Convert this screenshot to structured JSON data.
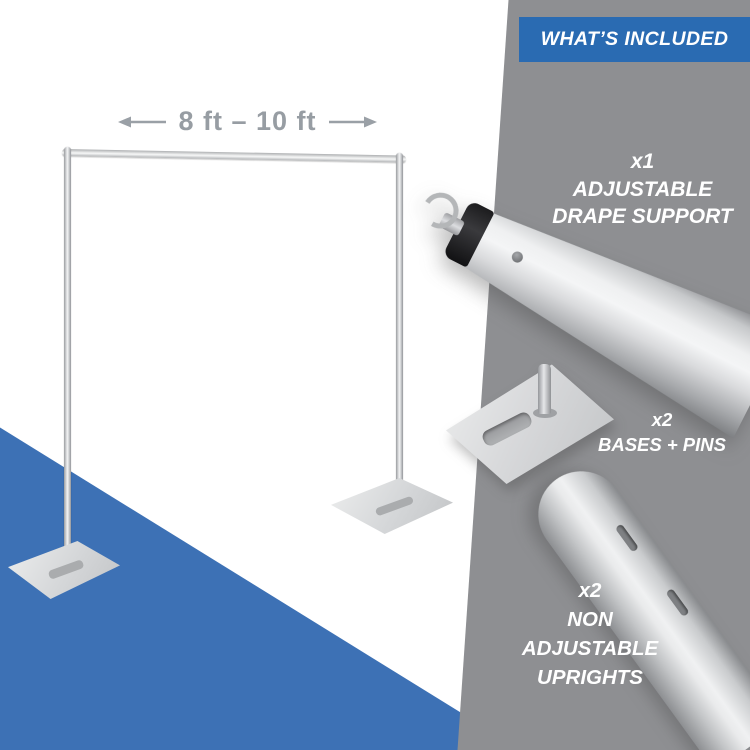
{
  "header": {
    "title": "WHAT’S INCLUDED"
  },
  "main_diagram": {
    "dimension_label": "8 ft – 10 ft"
  },
  "included_panel": {
    "items": [
      {
        "qty": "x1",
        "lines": [
          "ADJUSTABLE",
          "DRAPE SUPPORT"
        ]
      },
      {
        "qty": "x2",
        "lines": [
          "BASES + PINS"
        ]
      },
      {
        "qty": "x2",
        "lines": [
          "NON",
          "ADJUSTABLE",
          "UPRIGHTS"
        ]
      }
    ]
  },
  "colors": {
    "header_blue": "#2a6bb2",
    "floor_blue": "#3d71b5",
    "panel_gray": "#8e8f92",
    "dimension_text_gray": "#979da3"
  }
}
